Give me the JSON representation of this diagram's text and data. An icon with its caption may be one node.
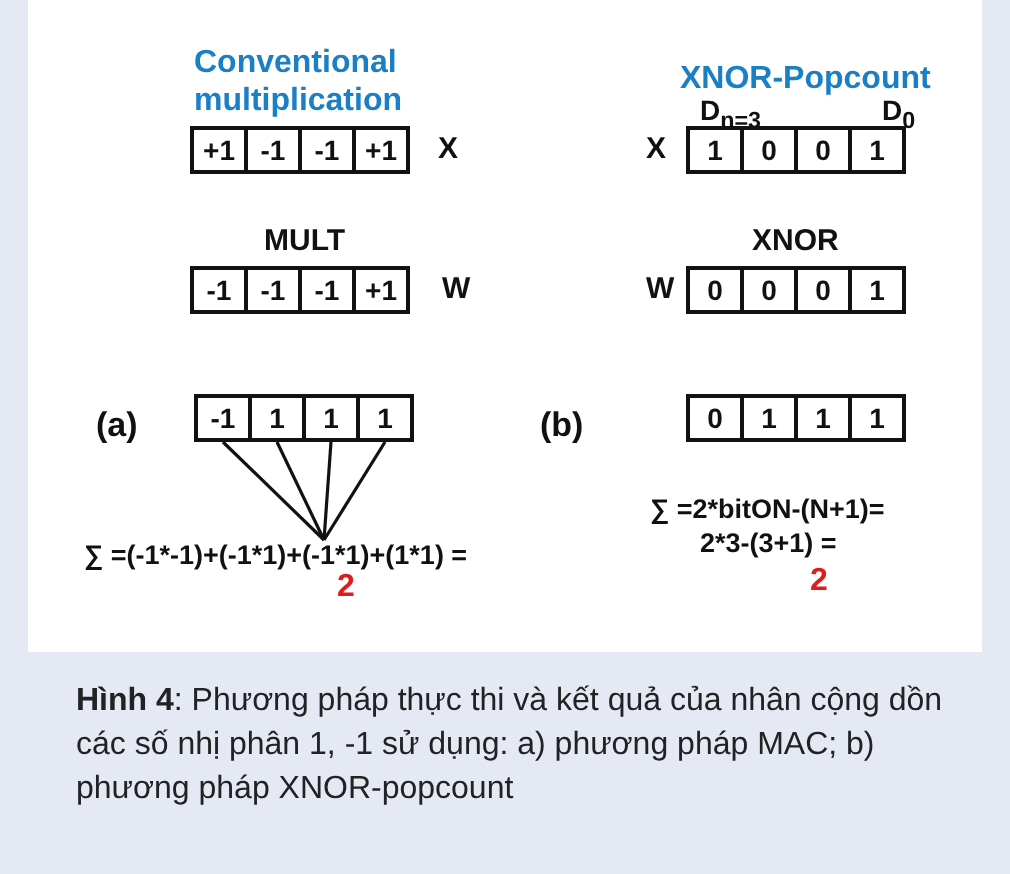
{
  "diagram": {
    "caption": "**Hình 4**: Phương pháp thực thi và kết quả của nhân cộng dồn các số nhị phân 1, -1 sử dụng: a) phương pháp MAC; b) phương pháp XNOR-popcount",
    "nodes": [
      {
        "text": [
          "+1"
        ]
      },
      {
        "text": [
          "-1"
        ]
      },
      {
        "text": [
          "-1"
        ]
      },
      {
        "text": [
          "+1"
        ]
      },
      {
        "text": [
          "1"
        ]
      },
      {
        "text": [
          "0"
        ]
      },
      {
        "text": [
          "0"
        ]
      },
      {
        "text": [
          "1"
        ]
      },
      {
        "text": [
          "-1"
        ]
      },
      {
        "text": [
          "-1"
        ]
      },
      {
        "text": [
          "-1"
        ]
      },
      {
        "text": [
          "+1"
        ]
      },
      {
        "text": [
          "0"
        ]
      },
      {
        "text": [
          "0"
        ]
      },
      {
        "text": [
          "0"
        ]
      },
      {
        "text": [
          "1"
        ]
      },
      {
        "text": [
          "-1"
        ]
      },
      {
        "text": [
          "1"
        ]
      },
      {
        "text": [
          "1"
        ]
      },
      {
        "text": [
          "1"
        ]
      },
      {
        "text": [
          "0"
        ]
      },
      {
        "text": [
          "1"
        ]
      },
      {
        "text": [
          "1"
        ]
      },
      {
        "text": [
          "1"
        ]
      },
      {
        "text": [
          "∑ =(-1*-1)+(-1*1)+(-1*1)+(1*1) =",
          "2"
        ]
      }
    ],
    "edges": [
      {
        "from": 16,
        "to": 24,
        "arrow": "none"
      },
      {
        "from": 17,
        "to": 24,
        "arrow": "none"
      },
      {
        "from": 18,
        "to": 24,
        "arrow": "none"
      },
      {
        "from": 19,
        "to": 24,
        "arrow": "none"
      }
    ],
    "labels": [
      "Conventional multiplication",
      "XNOR-Popcount",
      "D$_{n=3}$",
      "D$_{0}$",
      "X",
      "X",
      "MULT",
      "XNOR",
      "W",
      "W",
      "(a)",
      "(b)",
      "∑ =2*bitON-(N+1)=",
      "2*3-(3+1) =",
      "2"
    ]
  }
}
